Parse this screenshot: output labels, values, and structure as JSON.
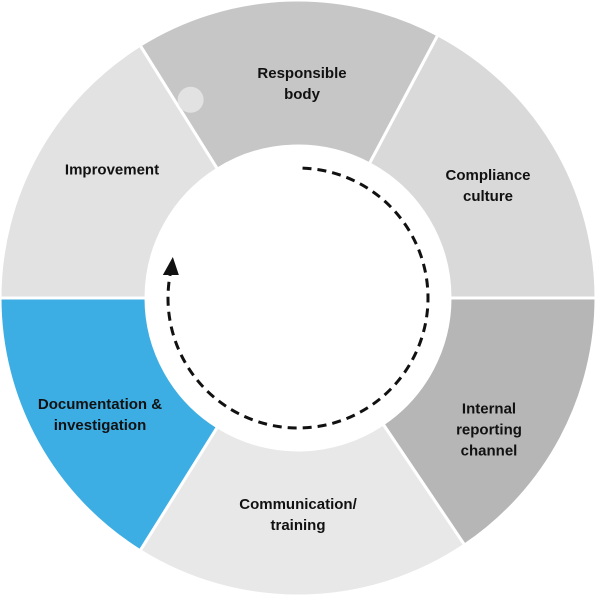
{
  "diagram": {
    "type": "puzzle-cycle",
    "segments": [
      {
        "id": "responsible-body",
        "lines": [
          "Responsible",
          "body"
        ],
        "color": "#c6c6c6"
      },
      {
        "id": "compliance-culture",
        "lines": [
          "Compliance",
          "culture"
        ],
        "color": "#d9d9d9"
      },
      {
        "id": "internal-reporting-channel",
        "lines": [
          "Internal",
          "reporting",
          "channel"
        ],
        "color": "#b6b6b6"
      },
      {
        "id": "communication-training",
        "lines": [
          "Communication/",
          "training"
        ],
        "color": "#e8e8e8"
      },
      {
        "id": "documentation-investigation",
        "lines": [
          "Documentation &",
          "investigation"
        ],
        "color": "#3daee4"
      },
      {
        "id": "improvement",
        "lines": [
          "Improvement"
        ],
        "color": "#e2e2e2"
      }
    ],
    "arrow": {
      "direction": "clockwise",
      "style": "dashed",
      "color": "#111111"
    }
  }
}
